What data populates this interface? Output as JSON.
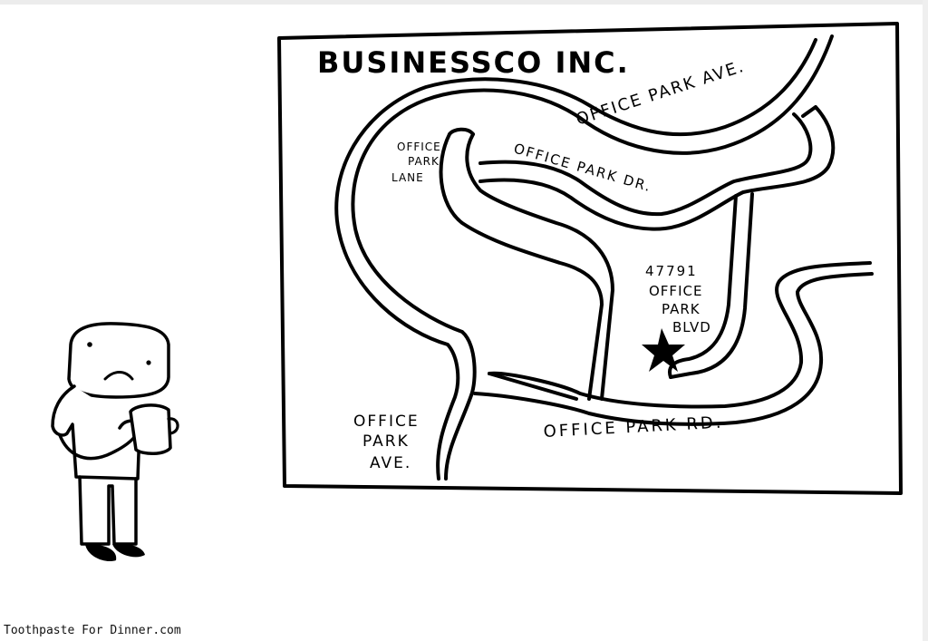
{
  "map": {
    "title": "BUSINESSCO INC.",
    "labels": {
      "office_park_ave_top": "OFFICE PARK AVE.",
      "office_park_lane_1": "OFFICE",
      "office_park_lane_2": "PARK",
      "office_park_lane_3": "LANE",
      "office_park_dr": "OFFICE PARK DR.",
      "address_1": "47791",
      "address_2": "OFFICE",
      "address_3": "PARK",
      "address_4": "BLVD",
      "office_park_ave_bottom_1": "OFFICE",
      "office_park_ave_bottom_2": "PARK",
      "office_park_ave_bottom_3": "AVE.",
      "office_park_rd": "OFFICE PARK RD."
    }
  },
  "footer": {
    "credit": "Toothpaste For Dinner.com"
  },
  "icons": {
    "star": "star-icon"
  }
}
